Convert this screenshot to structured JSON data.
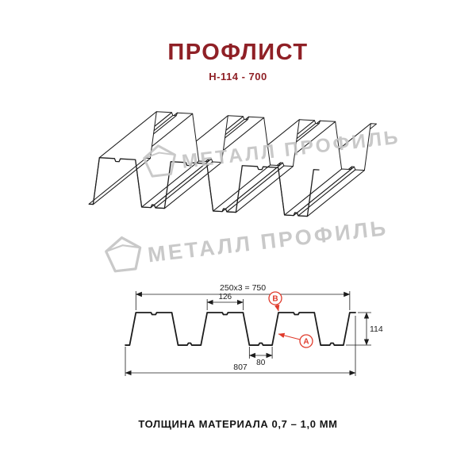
{
  "header": {
    "title": "ПРОФЛИСТ",
    "subtitle": "Н-114 - 700"
  },
  "watermark": {
    "text": "МЕТАЛЛ ПРОФИЛЬ"
  },
  "diagram": {
    "dimensions": {
      "pitch": "250x3 = 750",
      "rib_top_width": "126",
      "valley_width": "80",
      "overall_width": "807",
      "height": "114"
    },
    "callouts": {
      "a": "А",
      "b": "В"
    }
  },
  "footer": {
    "text": "ТОЛЩИНА МАТЕРИАЛА 0,7 – 1,0 ММ"
  },
  "colors": {
    "accent": "#8f2026",
    "callout": "#e03a2b",
    "line": "#1c1c1c",
    "watermark": "#c4c4c4"
  }
}
